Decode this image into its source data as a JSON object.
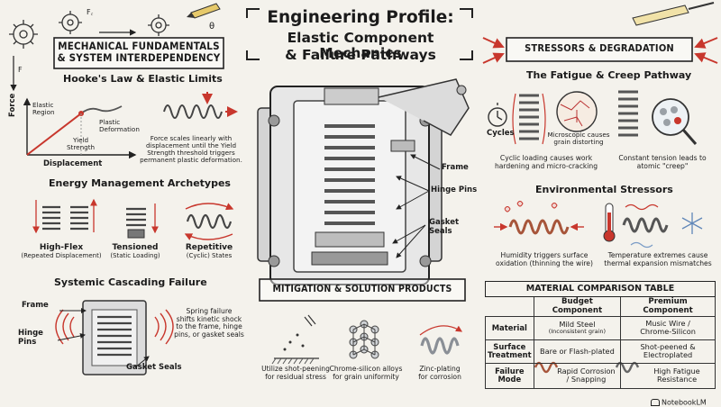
{
  "title": {
    "line1": "Engineering Profile:",
    "line2": "Elastic Component Mechanics",
    "line3": "& Failure Pathways"
  },
  "left": {
    "header": "MECHANICAL FUNDAMENTALS\n& SYSTEM INTERDEPENDENCY",
    "force_fc": "F꜀",
    "force_f": "F",
    "theta": "θ",
    "hooke": {
      "title": "Hooke's Law & Elastic Limits",
      "y_label": "Force",
      "x_label": "Displacement",
      "elastic_region": "Elastic\nRegion",
      "plastic_deformation": "Plastic\nDeformation",
      "yield_strength": "Yield\nStrength",
      "desc": "Force scales linearly with\ndisplacement until the Yield\nStrength threshold triggers\npermanent plastic deformation."
    },
    "energy": {
      "title": "Energy Management Archetypes",
      "items": [
        {
          "name": "High-Flex",
          "sub": "(Repeated Displacement)"
        },
        {
          "name": "Tensioned",
          "sub": "(Static Loading)"
        },
        {
          "name": "Repetitive",
          "sub": "(Cyclic) States"
        }
      ]
    },
    "cascade": {
      "title": "Systemic Cascading Failure",
      "frame": "Frame",
      "hinge_pins": "Hinge\nPins",
      "gasket_seals": "Gasket Seals",
      "desc": "Spring failure\nshifts kinetic shock\nto the frame, hinge\npins, or gasket seals"
    }
  },
  "center": {
    "labels": {
      "frame": "Frame",
      "hinge_pins": "Hinge Pins",
      "gasket_seals": "Gasket\nSeals"
    },
    "mitigation": {
      "header": "MITIGATION & SOLUTION PRODUCTS",
      "items": [
        "Utilize shot-peening\nfor residual stress",
        "Chrome-silicon alloys\nfor grain uniformity",
        "Zinc-plating\nfor corrosion"
      ]
    }
  },
  "right": {
    "header": "STRESSORS & DEGRADATION",
    "fatigue": {
      "title": "The Fatigue & Creep Pathway",
      "cycles": "Cycles",
      "micro": "Microscopic causes\ngrain distorting",
      "cyclic": "Cyclic loading causes work\nhardening and micro-cracking",
      "constant": "Constant tension leads to\natomic \"creep\""
    },
    "env": {
      "title": "Environmental Stressors",
      "humidity": "Humidity triggers surface\noxidation (thinning the wire)",
      "temperature": "Temperature extremes cause\nthermal expansion mismatches"
    },
    "table": {
      "title": "MATERIAL COMPARISON TABLE",
      "col_budget": "Budget Component",
      "col_premium": "Premium Component",
      "rows": [
        {
          "label": "Material",
          "budget": "Mild Steel",
          "budget_sub": "(Inconsistent grain)",
          "premium": "Music Wire /\nChrome-Silicon"
        },
        {
          "label": "Surface\nTreatment",
          "budget": "Bare or Flash-plated",
          "budget_sub": "",
          "premium": "Shot-peened &\nElectroplated"
        },
        {
          "label": "Failure\nMode",
          "budget": "Rapid Corrosion\n/ Snapping",
          "budget_sub": "",
          "premium": "High Fatigue\nResistance"
        }
      ]
    }
  },
  "brand": "NotebookLM",
  "colors": {
    "accent_red": "#c8372d",
    "ink": "#1b1b1b",
    "paper": "#f4f2ec",
    "steel": "#9aa0a6"
  }
}
